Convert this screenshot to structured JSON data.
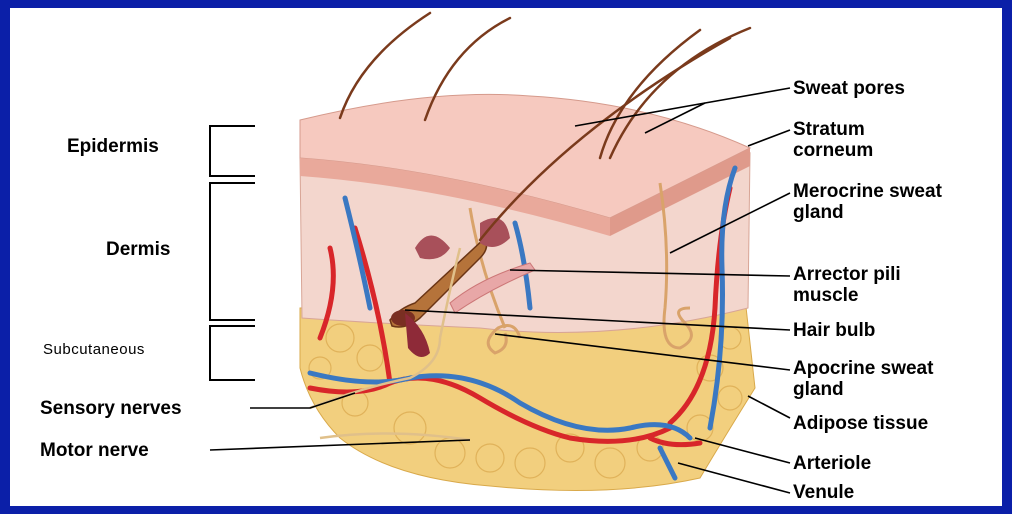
{
  "left_labels": {
    "epidermis": "Epidermis",
    "dermis": "Dermis",
    "subcutaneous": "Subcutaneous",
    "sensory_nerves": "Sensory nerves",
    "motor_nerve": "Motor nerve"
  },
  "right_labels": {
    "sweat_pores": "Sweat pores",
    "stratum_corneum_1": "Stratum",
    "stratum_corneum_2": "corneum",
    "merocrine_1": "Merocrine sweat",
    "merocrine_2": "gland",
    "arrector_1": "Arrector pili",
    "arrector_2": "muscle",
    "hair_bulb": "Hair bulb",
    "apocrine_1": "Apocrine sweat",
    "apocrine_2": "gland",
    "adipose": "Adipose tissue",
    "arteriole": "Arteriole",
    "venule": "Venule"
  },
  "colors": {
    "frame_border": "#0b1fa8",
    "epidermis_top": "#f6c9bf",
    "dermis": "#f3d6cd",
    "fat": "#f2cf7e",
    "artery": "#d8262a",
    "vein": "#3a78c2",
    "hair": "#7a3a1c"
  }
}
